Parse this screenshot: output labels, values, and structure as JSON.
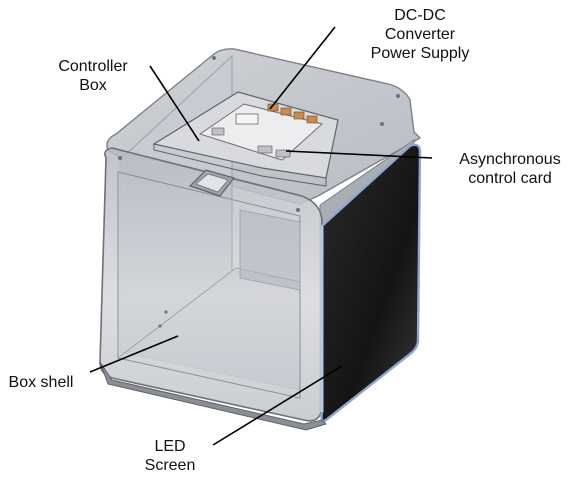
{
  "labels": {
    "dcdc": [
      "DC-DC",
      "Converter",
      "Power Supply"
    ],
    "controller": [
      "Controller",
      "Box"
    ],
    "async": [
      "Asynchronous",
      "control card"
    ],
    "shell": [
      "Box shell"
    ],
    "led": [
      "LED",
      "Screen"
    ]
  },
  "colors": {
    "frame": "#7d8087",
    "glass": "#c9ccd3",
    "glass_dark": "#9ea2aa",
    "screen": "#1b1b1b",
    "screen_edge": "#8fa6cf",
    "controller_box": "#d9d9d9",
    "leader": "#000000"
  }
}
